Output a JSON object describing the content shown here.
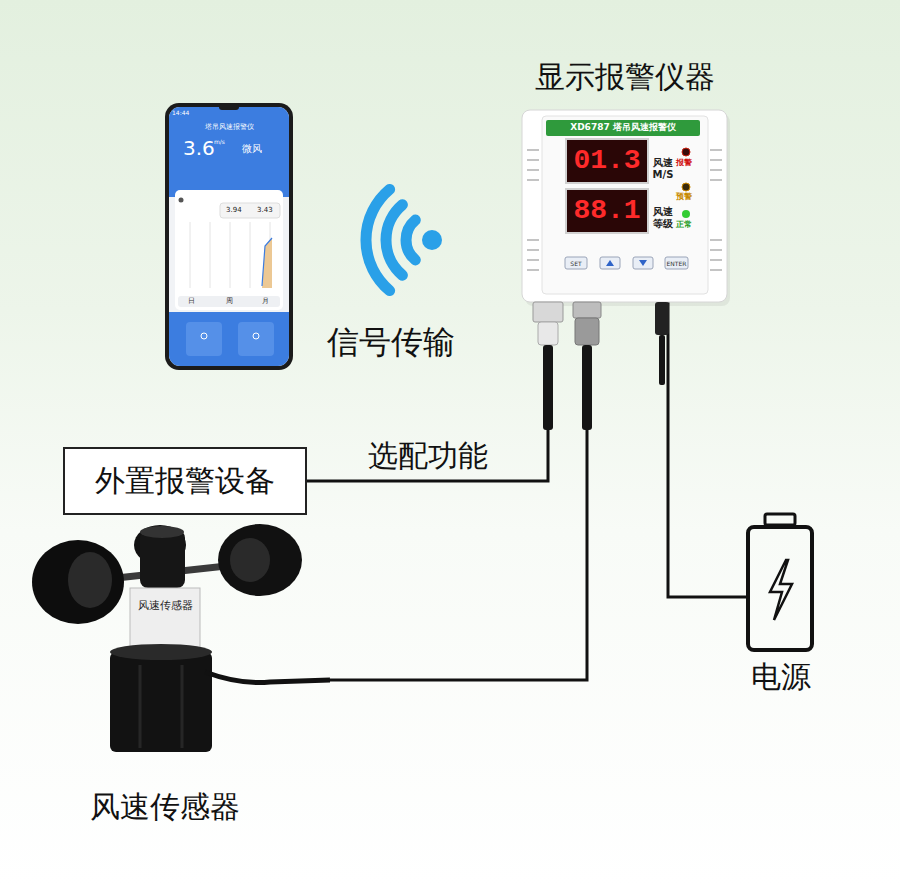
{
  "diagram": {
    "nodes": [
      {
        "text": [
          "显示报警仪器"
        ]
      },
      {
        "text": [
          "外置报警设备"
        ]
      },
      {
        "text": [
          "风速传感器"
        ]
      },
      {
        "text": [
          "电源"
        ]
      }
    ],
    "edges": [
      {
        "from": 0,
        "to": 1,
        "label": "选配功能",
        "arrow": "none"
      },
      {
        "from": 0,
        "to": 2,
        "arrow": "none"
      },
      {
        "from": 0,
        "to": 3,
        "arrow": "none"
      }
    ],
    "labels": [
      "14:44",
      "塔吊风速报警仪",
      "3.6",
      "m/s",
      "微风",
      "3.94",
      "3.43",
      "日",
      "周",
      "月",
      "信号传输",
      "XD6787 塔吊风速报警仪",
      "01.3",
      "88.1",
      "风速 M/S",
      "风速 等级",
      "报警",
      "预警",
      "正常",
      "SET",
      "ENTER",
      "风速传感器"
    ]
  }
}
